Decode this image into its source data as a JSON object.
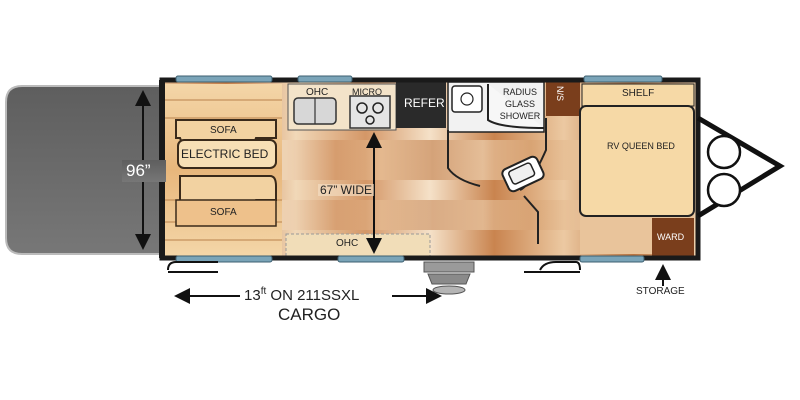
{
  "floorplan": {
    "labels": {
      "ohc_front": "OHC",
      "micro": "MICRO",
      "refer": "REFER",
      "radius_glass_shower": [
        "RADIUS",
        "GLASS",
        "SHOWER"
      ],
      "ns": "N/S",
      "shelf": "SHELF",
      "rv_queen_bed": "RV QUEEN BED",
      "sofa_top": "SOFA",
      "electric_bed": "ELECTRIC BED",
      "sofa_bottom": "SOFA",
      "wide": "67” WIDE",
      "ohc_rear": "OHC",
      "ward": "WARD",
      "storage": "STORAGE",
      "height": "96”",
      "cargo_length": "13",
      "cargo_unit": "ft",
      "cargo_model": " ON 211SSXL",
      "cargo": "CARGO"
    },
    "colors": {
      "wall": "#1a1a1a",
      "ramp": "#6b6b6b",
      "wood_light": "#e8c9a0",
      "wood_mid": "#c98a55",
      "bed": "#f6d9a6",
      "fridge": "#2a2a2a",
      "wardrobe": "#7a3e1c",
      "window": "#7aa4b8"
    }
  }
}
